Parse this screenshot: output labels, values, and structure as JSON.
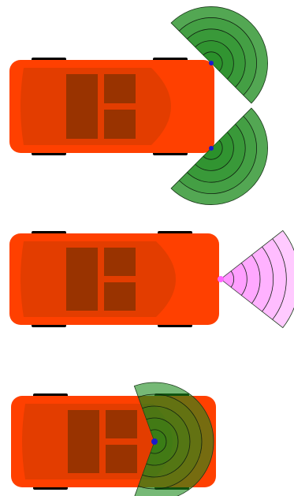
{
  "diagram": {
    "subject": "car-sensor-coverage",
    "cars": [
      {
        "name": "car-1-dual-front-corner-sensors",
        "sensors": [
          {
            "name": "front-left-corner-sensor",
            "color": "#1a8a1a",
            "rings": 4,
            "opacity": 0.75
          },
          {
            "name": "front-right-corner-sensor",
            "color": "#1a8a1a",
            "rings": 4,
            "opacity": 0.75
          }
        ]
      },
      {
        "name": "car-2-front-center-sensor",
        "sensors": [
          {
            "name": "front-center-sensor",
            "color": "#ff66ff",
            "rings": 5,
            "opacity": 0.35
          }
        ]
      },
      {
        "name": "car-3-windshield-sensor",
        "sensors": [
          {
            "name": "windshield-sensor",
            "color": "#1a8a1a",
            "rings": 4,
            "opacity": 0.6
          }
        ]
      }
    ],
    "colors": {
      "car_body": "#ff4000",
      "car_body_dark": "#cc3a00",
      "windows": "#993300",
      "tyres": "#000000",
      "sensor_node": "#1a1acc",
      "sensor_node_pink": "#ff66ff"
    }
  }
}
